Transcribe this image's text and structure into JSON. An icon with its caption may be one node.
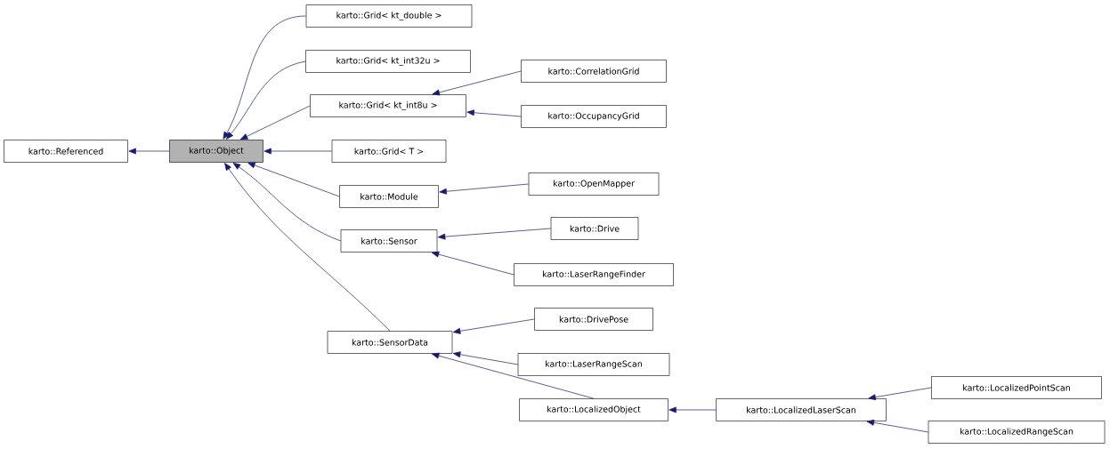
{
  "diagram": {
    "nodes": [
      {
        "text": [
          "karto::Referenced"
        ]
      },
      {
        "text": [
          "karto::Object"
        ]
      },
      {
        "text": [
          "karto::Grid< kt_double >"
        ]
      },
      {
        "text": [
          "karto::Grid< kt_int32u >"
        ]
      },
      {
        "text": [
          "karto::Grid< kt_int8u >"
        ]
      },
      {
        "text": [
          "karto::CorrelationGrid"
        ]
      },
      {
        "text": [
          "karto::OccupancyGrid"
        ]
      },
      {
        "text": [
          "karto::Grid< T >"
        ]
      },
      {
        "text": [
          "karto::Module"
        ]
      },
      {
        "text": [
          "karto::OpenMapper"
        ]
      },
      {
        "text": [
          "karto::Sensor"
        ]
      },
      {
        "text": [
          "karto::Drive"
        ]
      },
      {
        "text": [
          "karto::LaserRangeFinder"
        ]
      },
      {
        "text": [
          "karto::SensorData"
        ]
      },
      {
        "text": [
          "karto::DrivePose"
        ]
      },
      {
        "text": [
          "karto::LaserRangeScan"
        ]
      },
      {
        "text": [
          "karto::LocalizedObject"
        ]
      },
      {
        "text": [
          "karto::LocalizedLaserScan"
        ]
      },
      {
        "text": [
          "karto::LocalizedPointScan"
        ]
      },
      {
        "text": [
          "karto::LocalizedRangeScan"
        ]
      }
    ],
    "edges": [
      {
        "from": 1,
        "to": 0,
        "arrow": "to"
      },
      {
        "from": 2,
        "to": 1,
        "arrow": "to"
      },
      {
        "from": 3,
        "to": 1,
        "arrow": "to"
      },
      {
        "from": 4,
        "to": 1,
        "arrow": "to"
      },
      {
        "from": 7,
        "to": 1,
        "arrow": "to"
      },
      {
        "from": 8,
        "to": 1,
        "arrow": "to"
      },
      {
        "from": 10,
        "to": 1,
        "arrow": "to"
      },
      {
        "from": 13,
        "to": 1,
        "arrow": "to"
      },
      {
        "from": 5,
        "to": 4,
        "arrow": "to"
      },
      {
        "from": 6,
        "to": 4,
        "arrow": "to"
      },
      {
        "from": 9,
        "to": 8,
        "arrow": "to"
      },
      {
        "from": 11,
        "to": 10,
        "arrow": "to"
      },
      {
        "from": 12,
        "to": 10,
        "arrow": "to"
      },
      {
        "from": 14,
        "to": 13,
        "arrow": "to"
      },
      {
        "from": 15,
        "to": 13,
        "arrow": "to"
      },
      {
        "from": 16,
        "to": 13,
        "arrow": "to"
      },
      {
        "from": 17,
        "to": 16,
        "arrow": "to"
      },
      {
        "from": 18,
        "to": 17,
        "arrow": "to"
      },
      {
        "from": 19,
        "to": 17,
        "arrow": "to"
      }
    ]
  }
}
